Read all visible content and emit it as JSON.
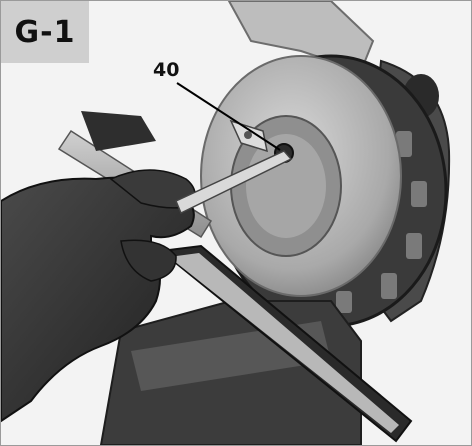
{
  "figure": {
    "label": "G-1",
    "callout_number": "40",
    "colors": {
      "label_bg": "#cfcfcf",
      "background": "#f2f2f2",
      "saw_body": "#3a3a3a",
      "glove": "#2e2e2e",
      "blade_guard": "#b5b5b5"
    },
    "icons": [
      "miter-saw-illustration",
      "gloved-hand",
      "hex-wrench"
    ]
  }
}
